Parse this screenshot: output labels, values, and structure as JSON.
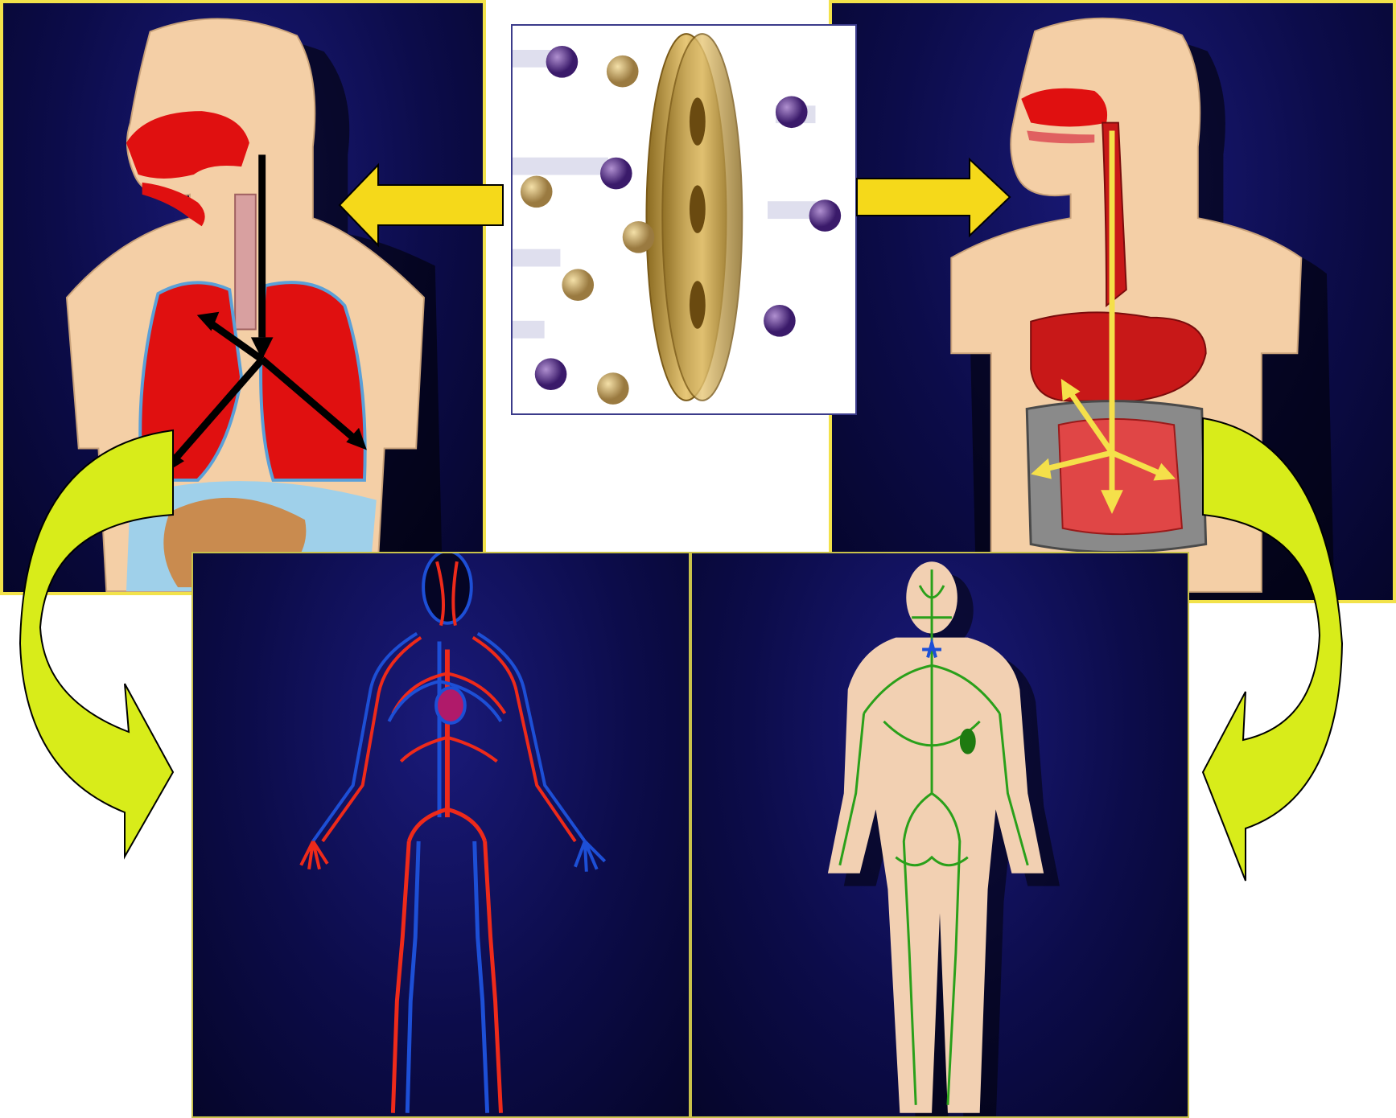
{
  "diagram": {
    "panels": [
      {
        "id": "respiratory",
        "icon": "respiratory-system-icon"
      },
      {
        "id": "digestive",
        "icon": "digestive-system-icon"
      },
      {
        "id": "circulatory",
        "icon": "circulatory-system-icon"
      },
      {
        "id": "lymphatic",
        "icon": "lymphatic-system-icon"
      },
      {
        "id": "membrane",
        "icon": "cell-membrane-transport-icon"
      }
    ],
    "colors": {
      "panel_bg": "#0c0c4a",
      "panel_border": "#f2e24a",
      "arrow_yellow": "#f5d91a",
      "curved_arrow": "#d8ec1a",
      "lung_red": "#e01010",
      "skin": "#f4cfa6",
      "artery": "#ee2a1a",
      "vein": "#1d4fd6",
      "lymph": "#2aa01a"
    },
    "arrows": [
      {
        "name": "membrane-to-respiratory",
        "direction": "left"
      },
      {
        "name": "membrane-to-digestive",
        "direction": "right"
      },
      {
        "name": "respiratory-to-circulatory",
        "direction": "curved-down"
      },
      {
        "name": "digestive-to-lymphatic",
        "direction": "curved-down"
      }
    ]
  }
}
